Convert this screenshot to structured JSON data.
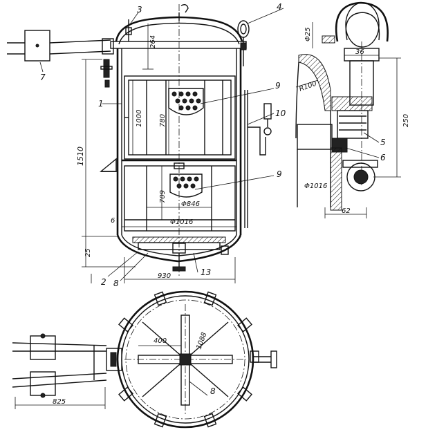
{
  "callouts": {
    "c1": "1",
    "c2": "2",
    "c3": "3",
    "c4": "4",
    "c5": "5",
    "c6": "6",
    "c7": "7",
    "c8a": "8",
    "c8b": "8",
    "c9a": "9",
    "c9b": "9",
    "c10": "10",
    "c13": "13"
  },
  "dimensions": {
    "d264": "264",
    "d1000": "1000",
    "d780": "780",
    "d1510": "1510",
    "d709": "709",
    "d846": "Φ846",
    "d1016_main": "Φ1016",
    "d6": "6",
    "d25": "25",
    "d930": "930",
    "d25_detail": "Φ25",
    "d36": "36",
    "dR100": "R100",
    "d250": "250",
    "d1016_detail": "Φ1016",
    "d62": "62",
    "d400": "400",
    "d1088": "1088",
    "d825": "825"
  }
}
